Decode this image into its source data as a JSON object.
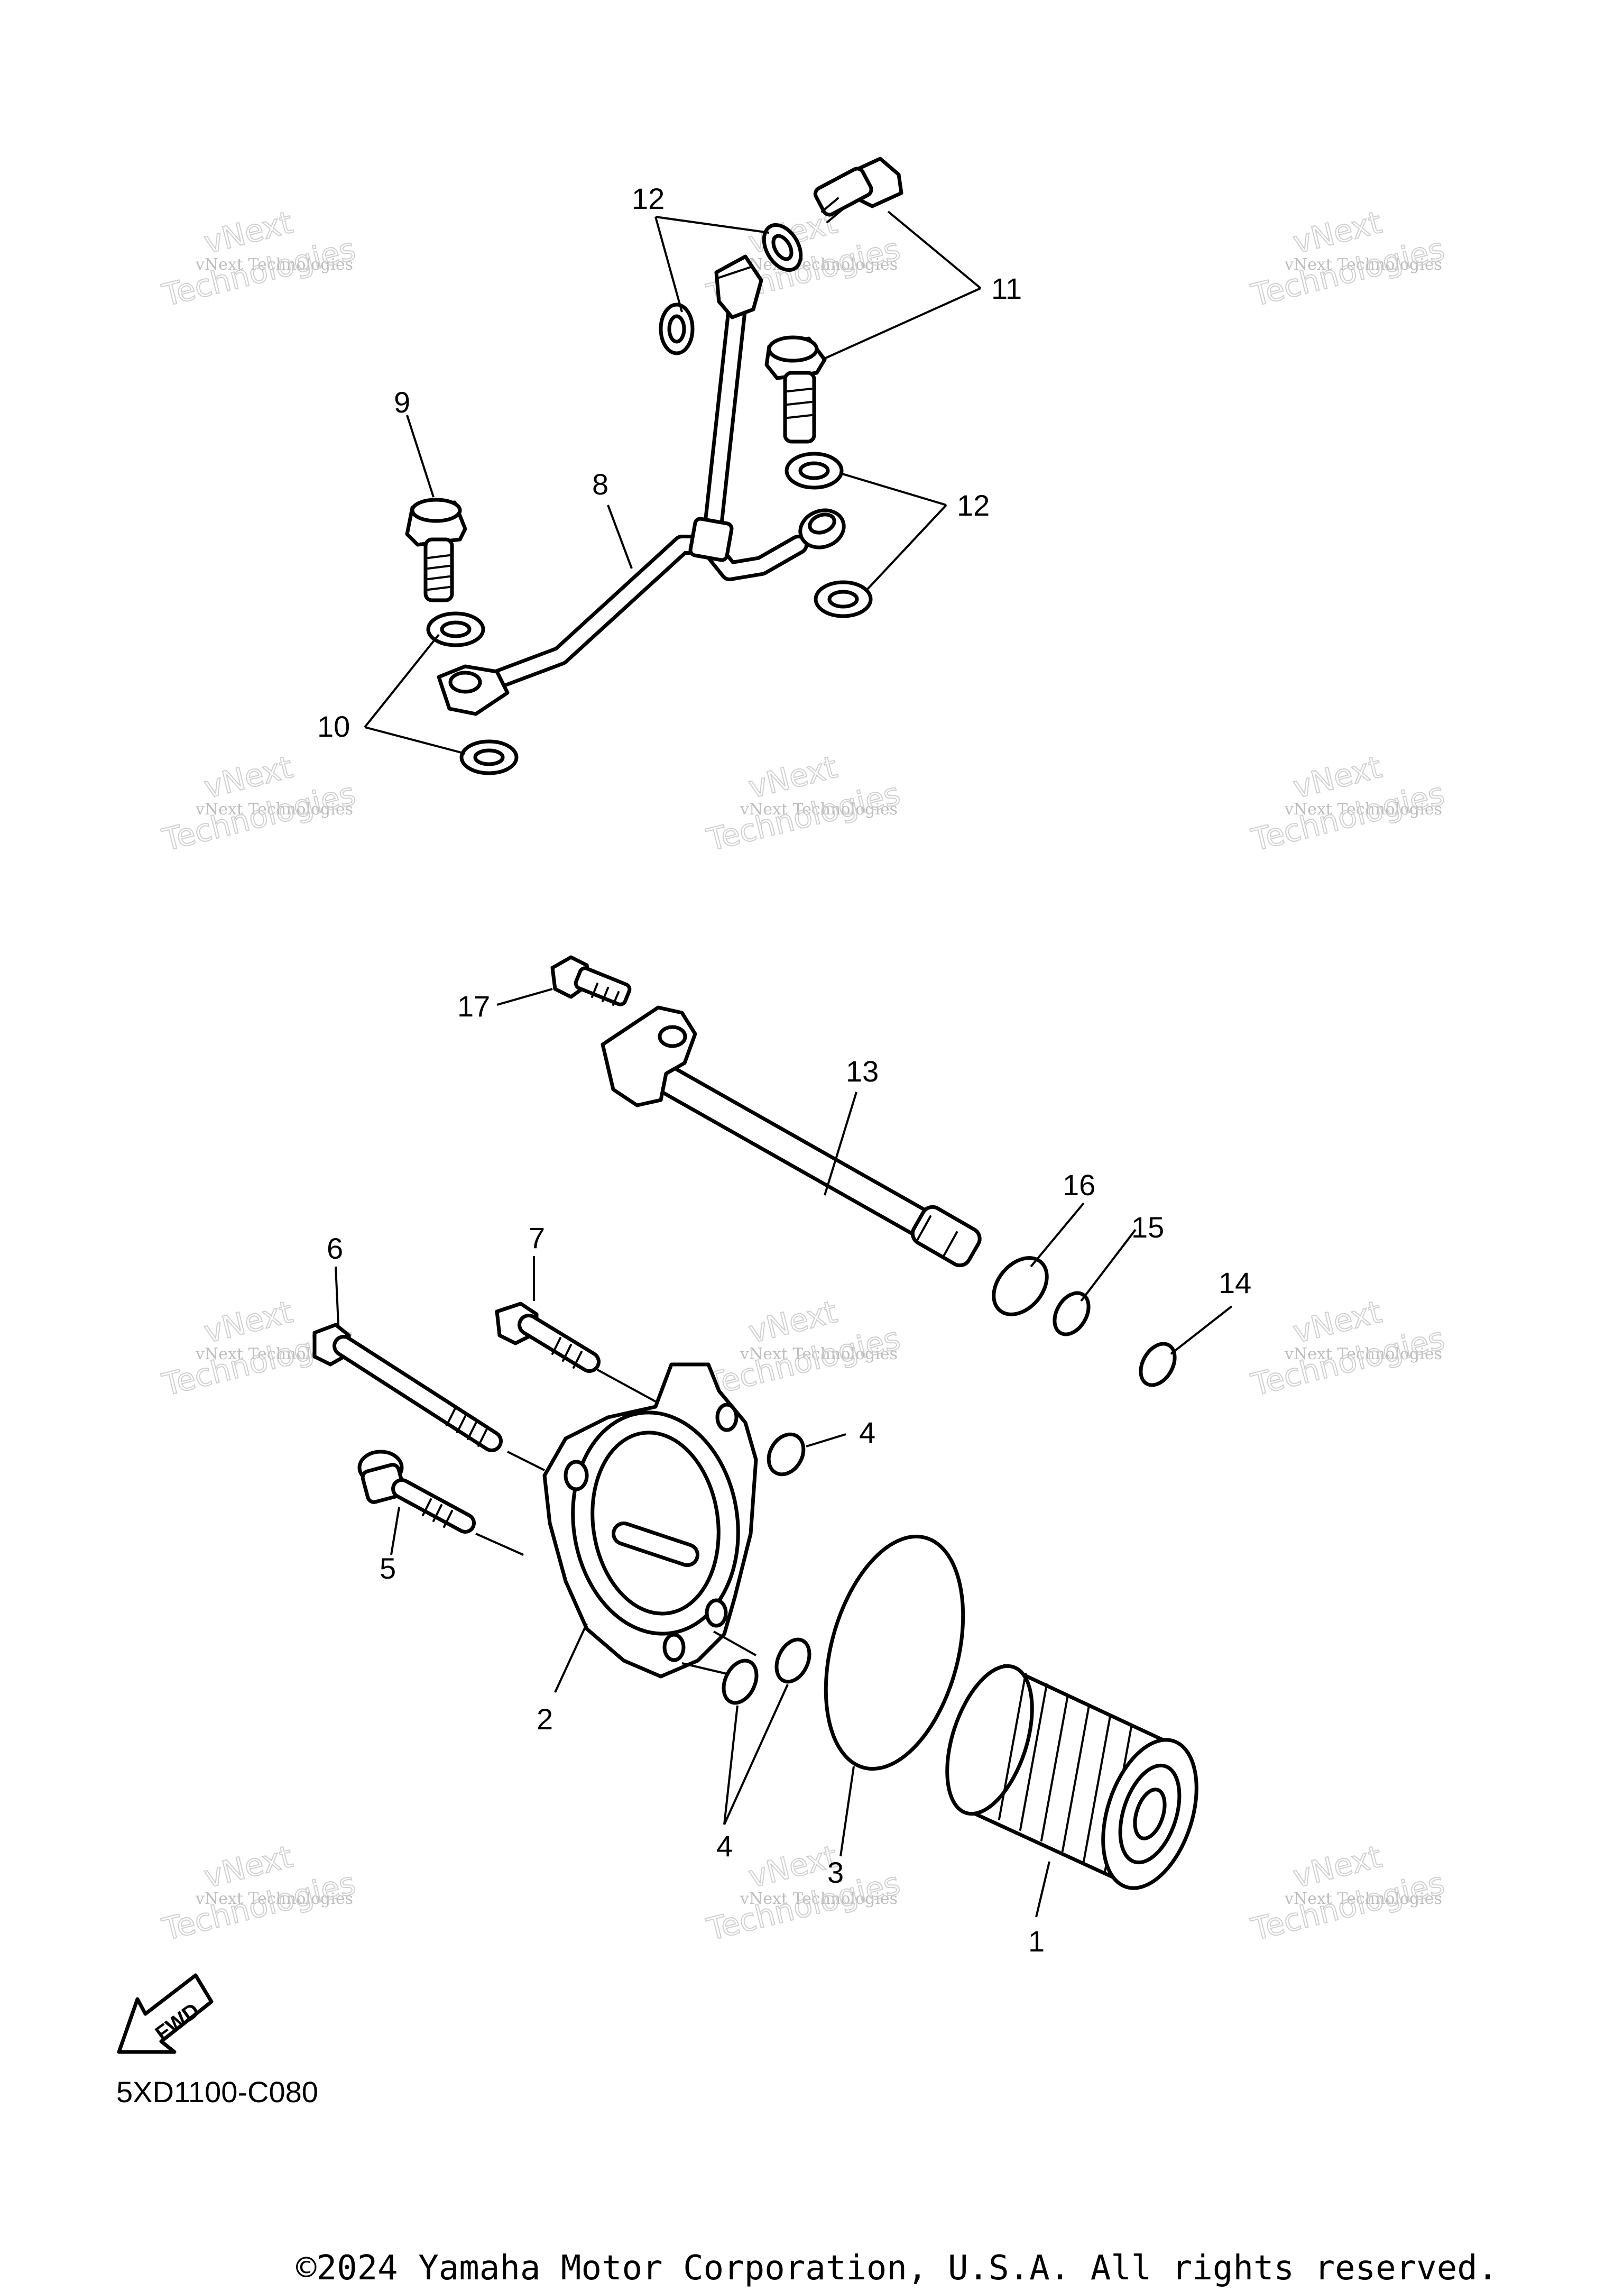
{
  "callouts": {
    "c1": "1",
    "c2": "2",
    "c3": "3",
    "c4a": "4",
    "c4b": "4",
    "c5": "5",
    "c6": "6",
    "c7": "7",
    "c8": "8",
    "c9": "9",
    "c10": "10",
    "c11": "11",
    "c12a": "12",
    "c12b": "12",
    "c13": "13",
    "c14": "14",
    "c15": "15",
    "c16": "16",
    "c17": "17"
  },
  "watermark": {
    "line1": "vNext Technologies",
    "line2": "vNext",
    "line3": "Technologies"
  },
  "fwd_label": "FWD",
  "diagram_code": "5XD1100-C080",
  "copyright": "©2024 Yamaha Motor Corporation, U.S.A. All rights reserved."
}
